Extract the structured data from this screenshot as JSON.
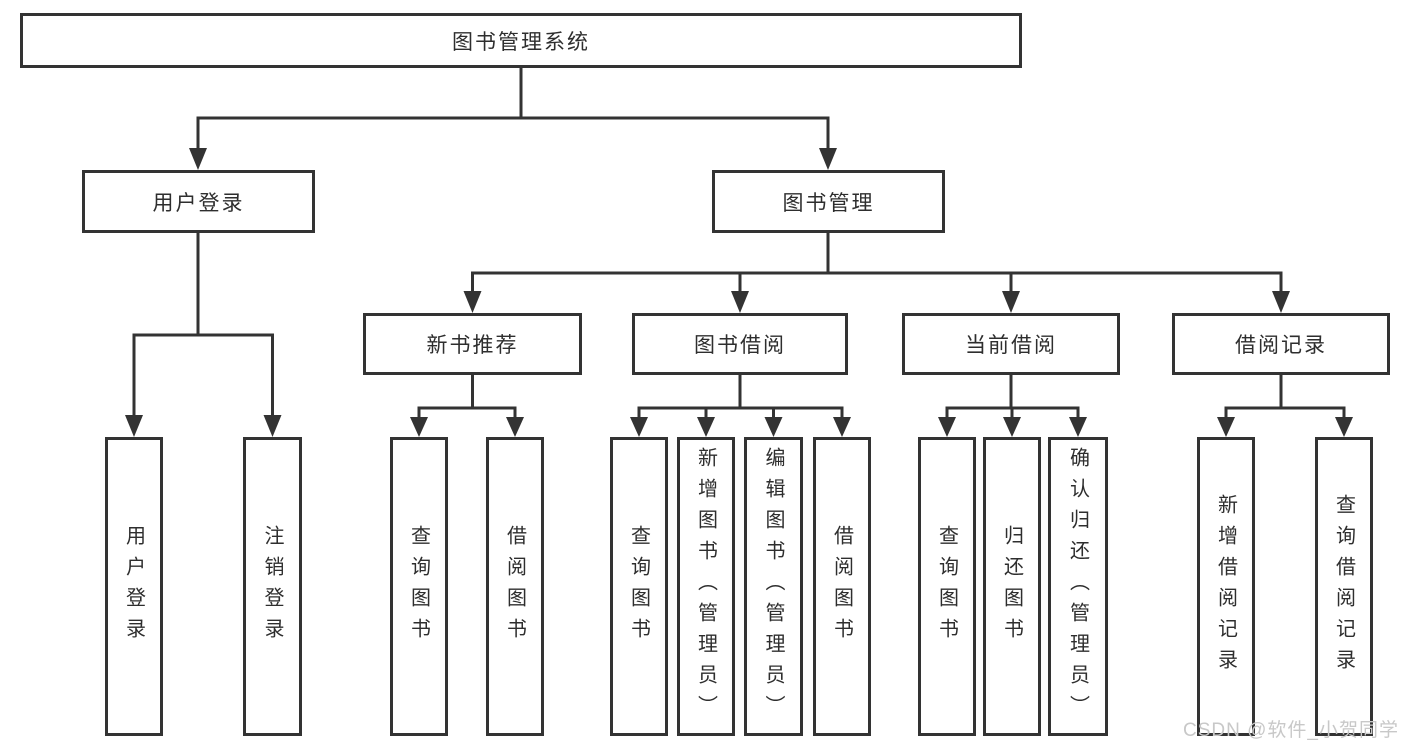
{
  "diagram_title": "图书管理系统",
  "root": {
    "label": "图书管理系统"
  },
  "l2": [
    {
      "label": "用户登录"
    },
    {
      "label": "图书管理"
    }
  ],
  "l3": [
    {
      "label": "新书推荐"
    },
    {
      "label": "图书借阅"
    },
    {
      "label": "当前借阅"
    },
    {
      "label": "借阅记录"
    }
  ],
  "leaves": {
    "user_login": [
      {
        "label": "用户登录"
      },
      {
        "label": "注销登录"
      }
    ],
    "new_books": [
      {
        "label": "查询图书"
      },
      {
        "label": "借阅图书"
      }
    ],
    "book_borrow": [
      {
        "label": "查询图书"
      },
      {
        "label": "新增图书（管理员）"
      },
      {
        "label": "编辑图书（管理员）"
      },
      {
        "label": "借阅图书"
      }
    ],
    "current_borrow": [
      {
        "label": "查询图书"
      },
      {
        "label": "归还图书"
      },
      {
        "label": "确认归还（管理员）"
      }
    ],
    "borrow_records": [
      {
        "label": "新增借阅记录"
      },
      {
        "label": "查询借阅记录"
      }
    ]
  },
  "watermark": {
    "text": "CSDN @软件_小贺同学"
  },
  "colors": {
    "line": "#333333",
    "text": "#2e2e2e",
    "watermark": "#c8c8c8",
    "background": "#ffffff"
  }
}
